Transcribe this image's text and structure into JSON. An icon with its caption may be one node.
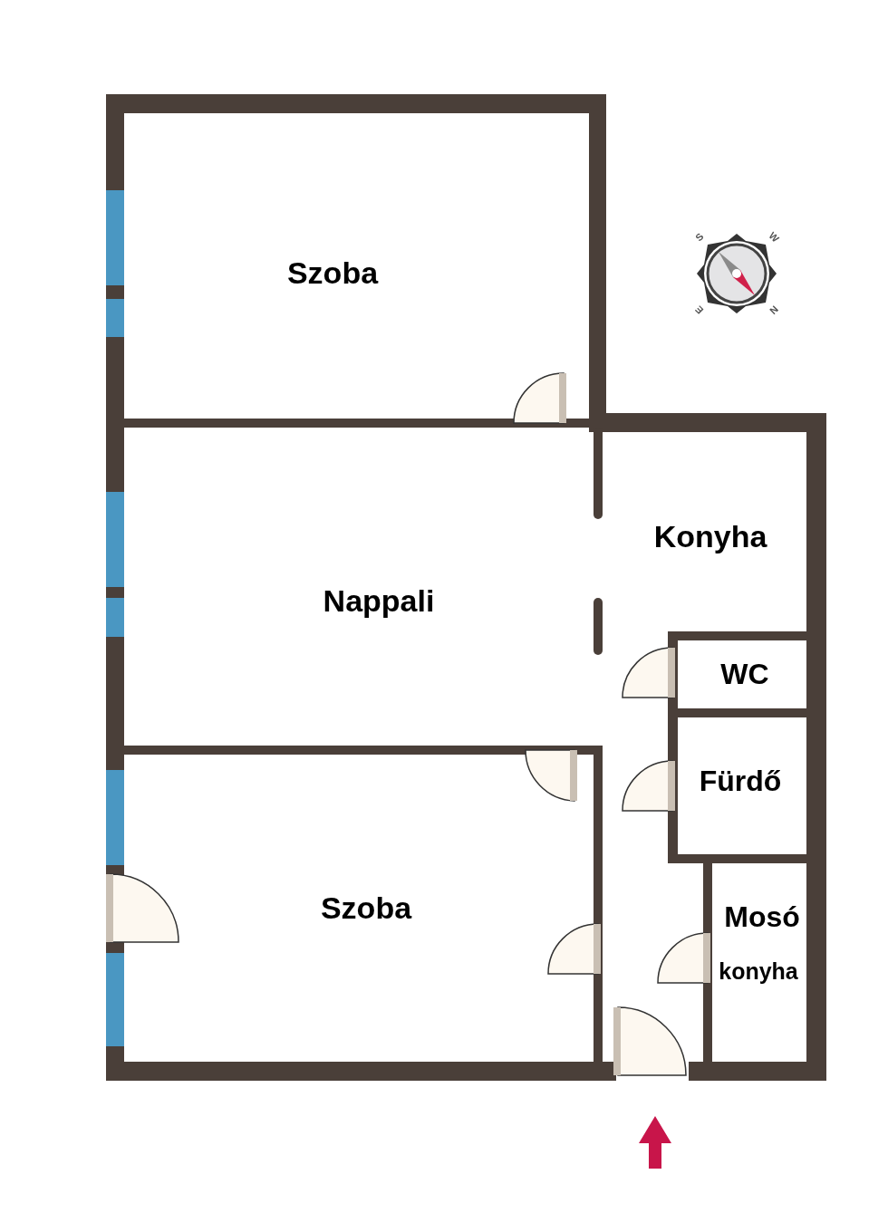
{
  "diagram": {
    "nodes": [
      {
        "text": [
          "Szoba"
        ]
      },
      {
        "text": [
          "Nappali"
        ]
      },
      {
        "text": [
          "Konyha"
        ]
      },
      {
        "text": [
          "WC"
        ]
      },
      {
        "text": [
          "Fürdő"
        ]
      },
      {
        "text": [
          "Szoba"
        ]
      },
      {
        "text": [
          "Mosó",
          "konyha"
        ]
      }
    ],
    "labels": [
      "S",
      "W",
      "E",
      "N"
    ]
  }
}
